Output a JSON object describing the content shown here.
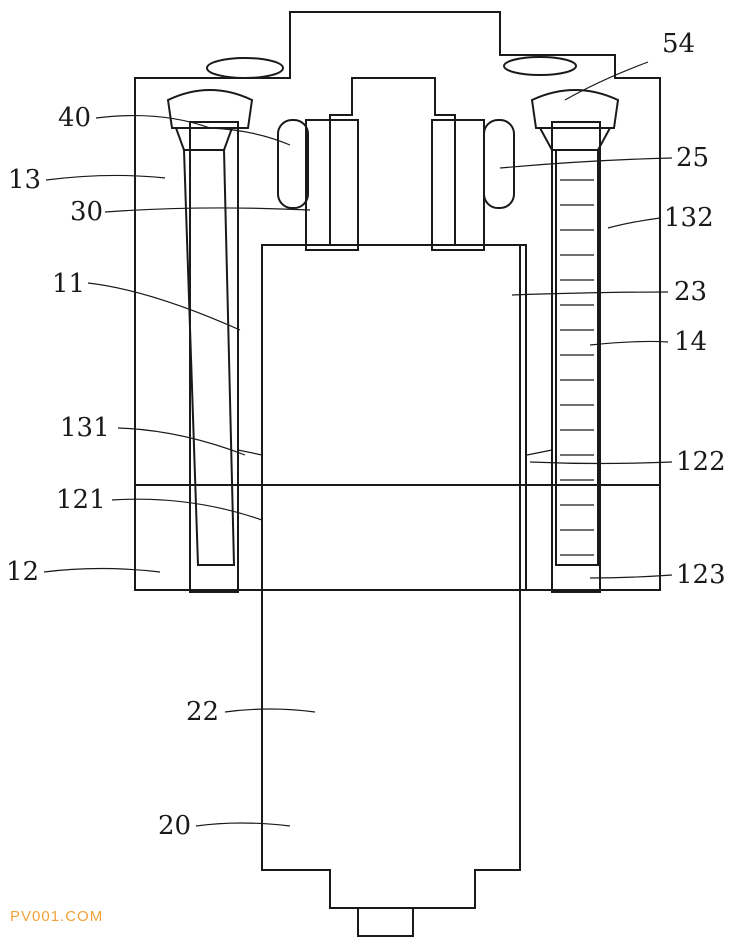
{
  "labels": {
    "l54": "54",
    "l40": "40",
    "l25": "25",
    "l13": "13",
    "l30": "30",
    "l132": "132",
    "l11": "11",
    "l23": "23",
    "l14": "14",
    "l131": "131",
    "l122": "122",
    "l121": "121",
    "l12": "12",
    "l123": "123",
    "l22": "22",
    "l20": "20"
  },
  "watermark": "PV001.COM"
}
